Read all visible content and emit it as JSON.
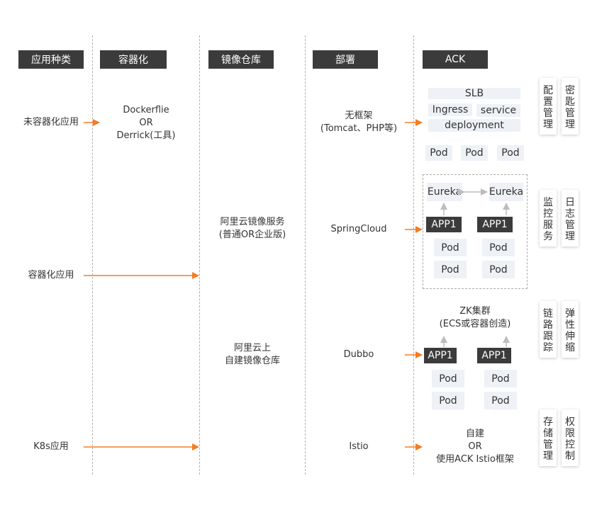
{
  "headers": {
    "app_type": "应用种类",
    "containerize": "容器化",
    "registry": "镜像仓库",
    "deploy": "部署",
    "ack": "ACK"
  },
  "app_types": {
    "non_container": "未容器化应用",
    "container": "容器化应用",
    "k8s": "K8s应用"
  },
  "containerize": {
    "line1": "Dockerflie",
    "line2": "OR",
    "line3": "Derrick(工具)"
  },
  "registry": {
    "acr": [
      "阿里云镜像服务",
      "(普通OR企业版)"
    ],
    "self_built": [
      "阿里云上",
      "自建镜像仓库"
    ]
  },
  "deploy": {
    "no_framework": [
      "无框架",
      "(Tomcat、PHP等)"
    ],
    "spring": "SpringCloud",
    "dubbo": "Dubbo",
    "istio": "Istio"
  },
  "ack": {
    "slb": "SLB",
    "ingress": "Ingress",
    "service": "service",
    "deployment": "deployment",
    "pod": "Pod",
    "eureka": "Eureka",
    "app": "APP1",
    "zk": [
      "ZK集群",
      "(ECS或容器创造)"
    ],
    "istio_opts": [
      "自建",
      "OR",
      "使用ACK Istio框架"
    ]
  },
  "side_labels": {
    "config": "配置管理",
    "secret": "密匙管理",
    "monitor": "监控服务",
    "log": "日志管理",
    "trace": "链路跟踪",
    "elastic": "弹性伸缩",
    "storage": "存储管理",
    "permission": "权限控制"
  },
  "colors": {
    "accent_arrow": "#f27d24",
    "gray_arrow": "#bdbdbd",
    "header_bg": "#3b3b3b",
    "chip_bg": "#eef1f6"
  }
}
